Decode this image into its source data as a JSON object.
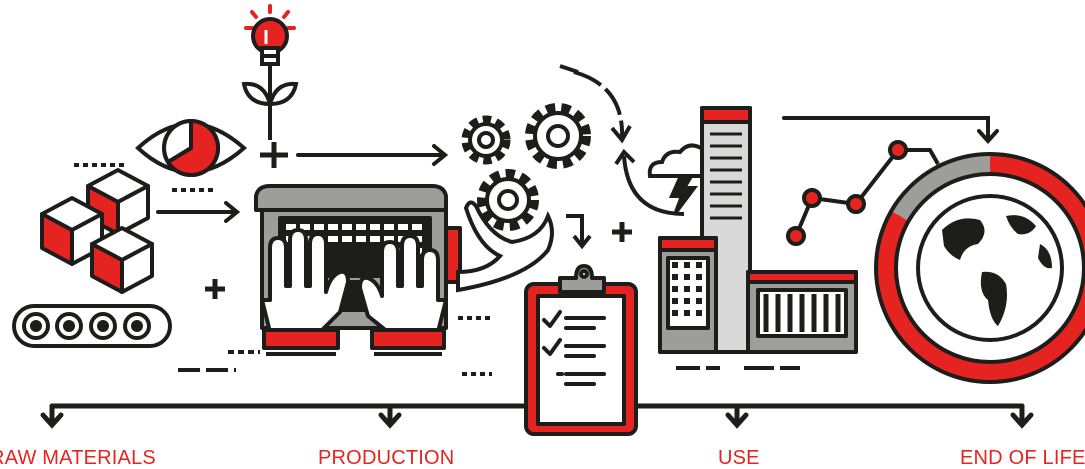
{
  "colors": {
    "accent_red": "#e52320",
    "outline_dark": "#1d1d1b",
    "fill_gray": "#9d9d9c",
    "fill_light_gray": "#d9d9d9",
    "background": "#ffffff"
  },
  "stages": [
    {
      "id": "raw-materials",
      "label": "RAW MATERIALS",
      "icon": "cubes-conveyor-icon"
    },
    {
      "id": "production",
      "label": "PRODUCTION",
      "icon": "laptop-hands-icon"
    },
    {
      "id": "use",
      "label": "USE",
      "icon": "city-buildings-icon"
    },
    {
      "id": "end-of-life",
      "label": "END OF LIFE",
      "icon": "globe-icon"
    }
  ],
  "icons": [
    "cubes-conveyor-icon",
    "eye-chart-icon",
    "lightbulb-plant-icon",
    "laptop-hands-icon",
    "gears-icon",
    "hand-gear-icon",
    "clipboard-checklist-icon",
    "storm-cloud-icon",
    "city-buildings-icon",
    "line-graph-icon",
    "globe-icon",
    "plus-icon",
    "arrow-icon"
  ]
}
